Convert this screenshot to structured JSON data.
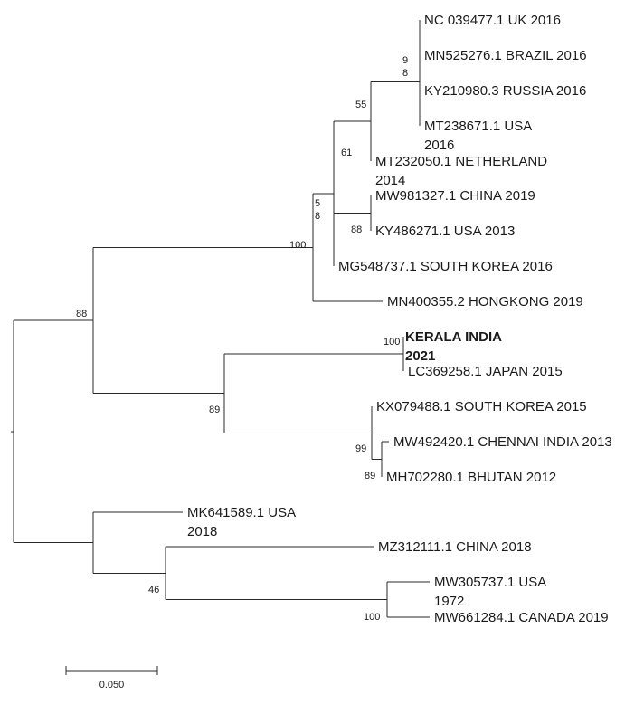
{
  "tree": {
    "leaves": [
      {
        "id": "L1",
        "lines": [
          "NC 039477.1 UK 2016"
        ]
      },
      {
        "id": "L2",
        "lines": [
          "MN525276.1 BRAZIL 2016"
        ]
      },
      {
        "id": "L3",
        "lines": [
          "KY210980.3 RUSSIA 2016"
        ]
      },
      {
        "id": "L4",
        "lines": [
          "MT238671.1 USA",
          "2016"
        ]
      },
      {
        "id": "L5",
        "lines": [
          "MT232050.1 NETHERLAND",
          "2014"
        ]
      },
      {
        "id": "L6",
        "lines": [
          "MW981327.1 CHINA 2019"
        ]
      },
      {
        "id": "L7",
        "lines": [
          "KY486271.1 USA 2013"
        ]
      },
      {
        "id": "L8",
        "lines": [
          "MG548737.1 SOUTH KOREA 2016"
        ]
      },
      {
        "id": "L9",
        "lines": [
          "MN400355.2 HONGKONG 2019"
        ]
      },
      {
        "id": "L10",
        "lines": [
          "KERALA INDIA",
          "2021"
        ],
        "bold": true
      },
      {
        "id": "L11",
        "lines": [
          "LC369258.1 JAPAN 2015"
        ]
      },
      {
        "id": "L12",
        "lines": [
          "KX079488.1 SOUTH KOREA 2015"
        ]
      },
      {
        "id": "L13",
        "lines": [
          "MW492420.1 CHENNAI INDIA 2013"
        ]
      },
      {
        "id": "L14",
        "lines": [
          "MH702280.1 BHUTAN 2012"
        ]
      },
      {
        "id": "L15",
        "lines": [
          "MK641589.1 USA",
          "2018"
        ]
      },
      {
        "id": "L16",
        "lines": [
          "MZ312111.1 CHINA 2018"
        ]
      },
      {
        "id": "L17",
        "lines": [
          "MW305737.1 USA",
          "1972"
        ]
      },
      {
        "id": "L18",
        "lines": [
          "MW661284.1 CANADA 2019"
        ]
      }
    ],
    "support_values": [
      {
        "node": "n_uk_brazil",
        "lines": [
          "9",
          "8"
        ]
      },
      {
        "node": "n_uk_usa",
        "lines": [
          "55"
        ]
      },
      {
        "node": "n_neth",
        "lines": [
          "61"
        ]
      },
      {
        "node": "n_china_usa",
        "lines": [
          "88"
        ]
      },
      {
        "node": "n_upper_inner",
        "lines": [
          "5",
          "8"
        ]
      },
      {
        "node": "n_upper",
        "lines": [
          "100"
        ]
      },
      {
        "node": "n_top",
        "lines": [
          "88"
        ]
      },
      {
        "node": "n_kerala_japan",
        "lines": [
          "100"
        ]
      },
      {
        "node": "n_sk_bhutan",
        "lines": [
          "99"
        ]
      },
      {
        "node": "n_chennai_bhutan",
        "lines": [
          "89"
        ]
      },
      {
        "node": "n_middle",
        "lines": [
          "89"
        ]
      },
      {
        "node": "n_usa_canada",
        "lines": [
          "100"
        ]
      },
      {
        "node": "n_china_pair",
        "lines": [
          "46"
        ]
      }
    ],
    "scale_bar": {
      "value": 0.05,
      "label": "0.050"
    }
  }
}
